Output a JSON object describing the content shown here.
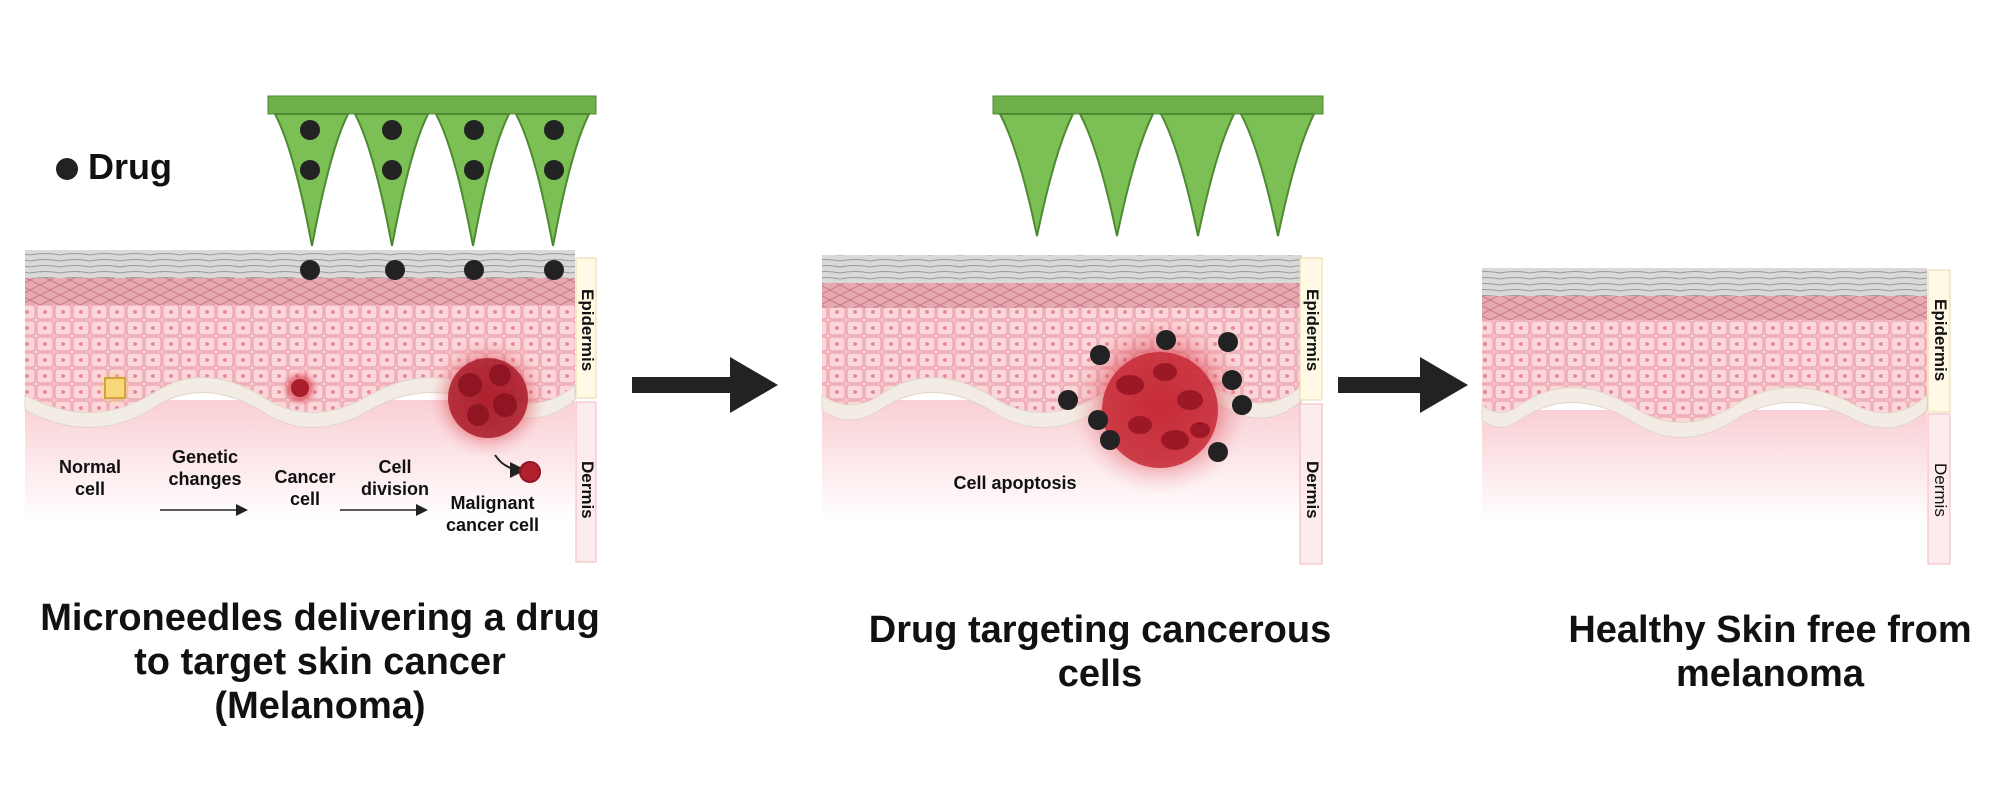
{
  "legend": {
    "drug_label": "Drug"
  },
  "panels": [
    {
      "id": "delivery",
      "caption": "Microneedles delivering a drug to target skin cancer (Melanoma)",
      "stages": [
        "Normal cell",
        "Genetic changes",
        "Cancer cell",
        "Cell division",
        "Malignant cancer cell"
      ],
      "epidermis_label": "Epidermis",
      "dermis_label": "Dermis"
    },
    {
      "id": "targeting",
      "caption": "Drug targeting cancerous cells",
      "annotation": "Cell apoptosis",
      "epidermis_label": "Epidermis",
      "dermis_label": "Dermis"
    },
    {
      "id": "healthy",
      "caption": "Healthy Skin free from melanoma",
      "epidermis_label": "Epidermis",
      "dermis_label": "Dermis"
    }
  ],
  "colors": {
    "needle": "#6db04a",
    "needle_dark": "#4e8a33",
    "drug": "#222222",
    "epidermis": "#f7b8c0",
    "dermis": "#fde3e6",
    "cancer": "#b3202c"
  }
}
